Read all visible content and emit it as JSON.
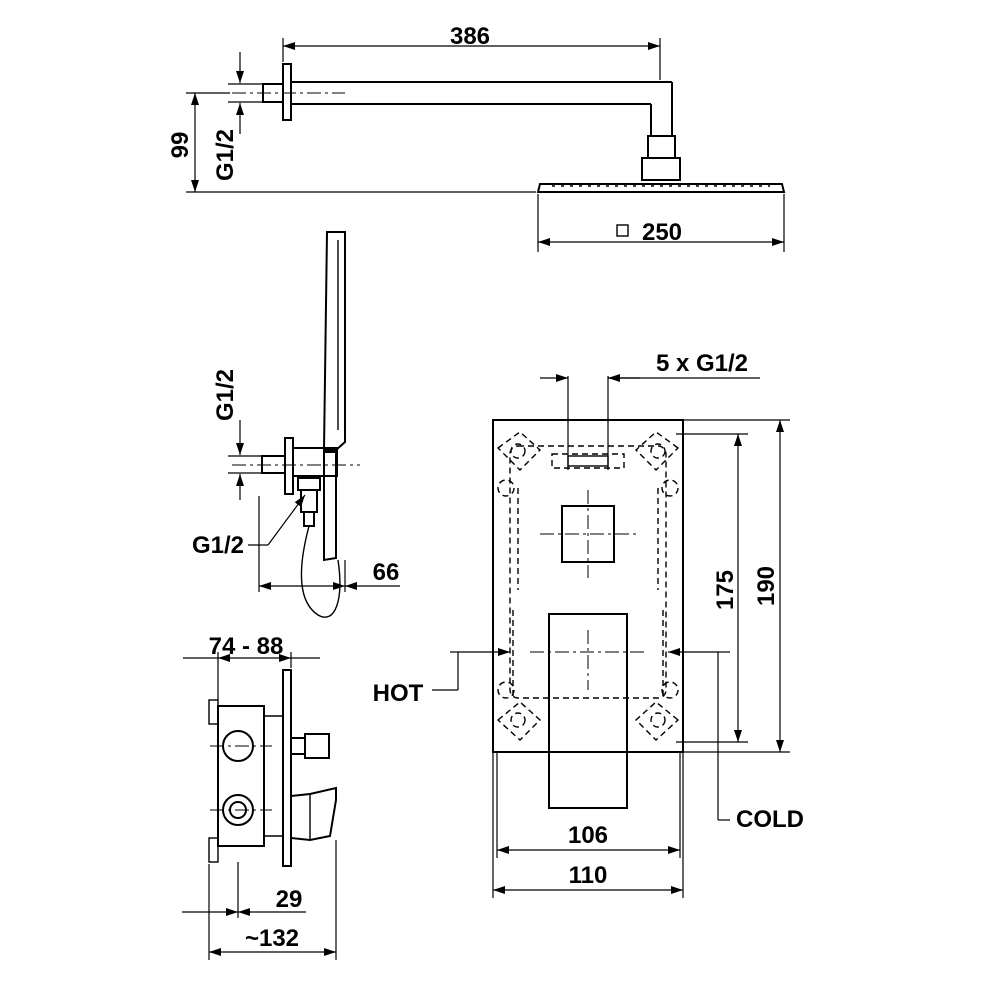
{
  "drawing": {
    "colors": {
      "line": "#000000",
      "background": "#ffffff"
    },
    "labels": {
      "arm_length": "386",
      "arm_height": "99",
      "arm_thread": "G1/2",
      "head_size": "250",
      "hand_thread_top": "G1/2",
      "hand_thread_bottom": "G1/2",
      "hand_depth": "66",
      "box_depth_range": "74 - 88",
      "box_front": "29",
      "box_total": "~132",
      "outlets": "5 x G1/2",
      "hot": "HOT",
      "cold": "COLD",
      "inner_height": "175",
      "outer_height": "190",
      "inner_width": "106",
      "outer_width": "110"
    }
  }
}
